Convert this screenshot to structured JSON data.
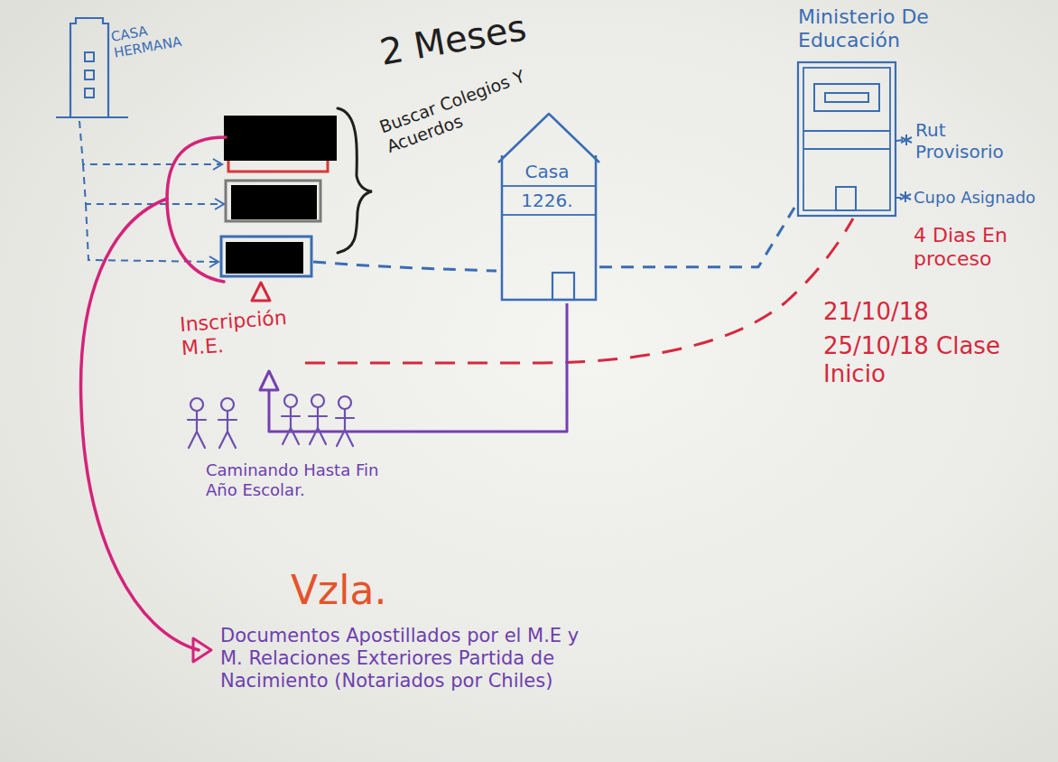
{
  "diagram": {
    "nodes": [
      {
        "text": [
          "CASA HERMANA"
        ]
      },
      {
        "text": [
          "Ministerio De Educación"
        ]
      },
      {
        "text": [
          "Casa",
          "1226."
        ]
      }
    ],
    "edges": [
      {
        "from": 2,
        "to": 1,
        "arrow": "none"
      }
    ],
    "labels": [
      "2 Meses",
      "Buscar Colegios Y Acuerdos",
      "Rut Provisorio",
      "Cupo Asignado",
      "4 Dias En proceso",
      "21/10/18",
      "25/10/18 Clase Inicio",
      "Inscripción M.E.",
      "Caminando Hasta Fin Año Escolar.",
      "Vzla.",
      "Documentos Apostillados por el M.E y M. Relaciones Exteriores Partida de Nacimiento (Notariados por Chiles)"
    ]
  }
}
